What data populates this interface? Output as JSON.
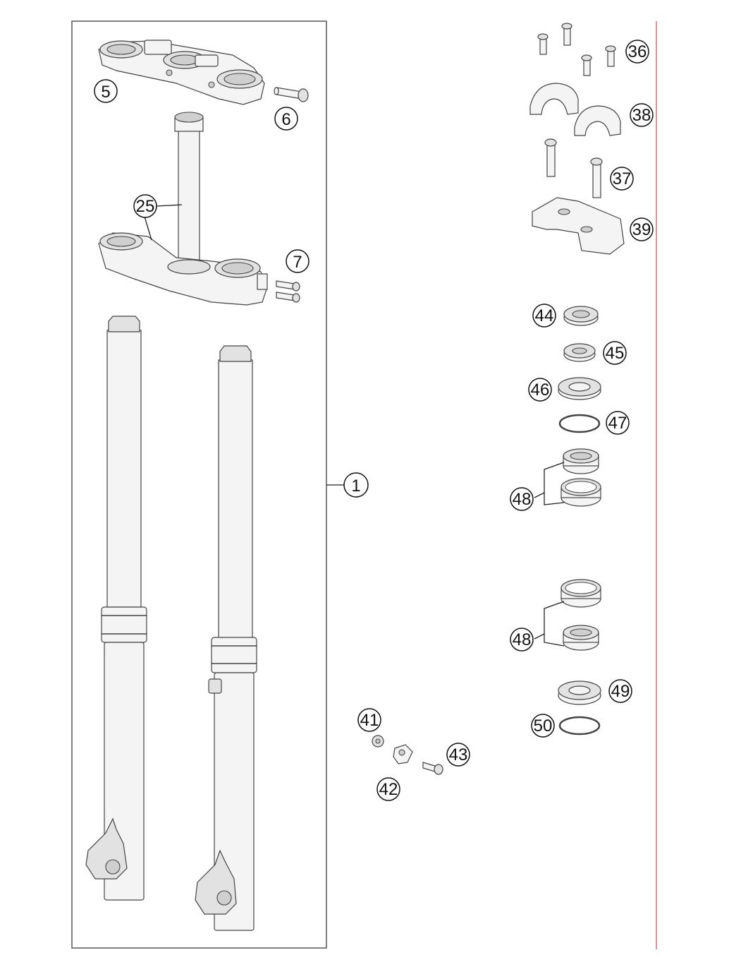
{
  "callouts": [
    {
      "id": "c1",
      "label": "1"
    },
    {
      "id": "c5",
      "label": "5"
    },
    {
      "id": "c6",
      "label": "6"
    },
    {
      "id": "c7",
      "label": "7"
    },
    {
      "id": "c25",
      "label": "25"
    },
    {
      "id": "c36",
      "label": "36"
    },
    {
      "id": "c37",
      "label": "37"
    },
    {
      "id": "c38",
      "label": "38"
    },
    {
      "id": "c39",
      "label": "39"
    },
    {
      "id": "c41",
      "label": "41"
    },
    {
      "id": "c42",
      "label": "42"
    },
    {
      "id": "c43",
      "label": "43"
    },
    {
      "id": "c44",
      "label": "44"
    },
    {
      "id": "c45",
      "label": "45"
    },
    {
      "id": "c46",
      "label": "46"
    },
    {
      "id": "c47",
      "label": "47"
    },
    {
      "id": "c48a",
      "label": "48"
    },
    {
      "id": "c48b",
      "label": "48"
    },
    {
      "id": "c49",
      "label": "49"
    },
    {
      "id": "c50",
      "label": "50"
    }
  ],
  "colors": {
    "border": "#555555",
    "margin_line": "#d9707a",
    "line": "#222222"
  }
}
